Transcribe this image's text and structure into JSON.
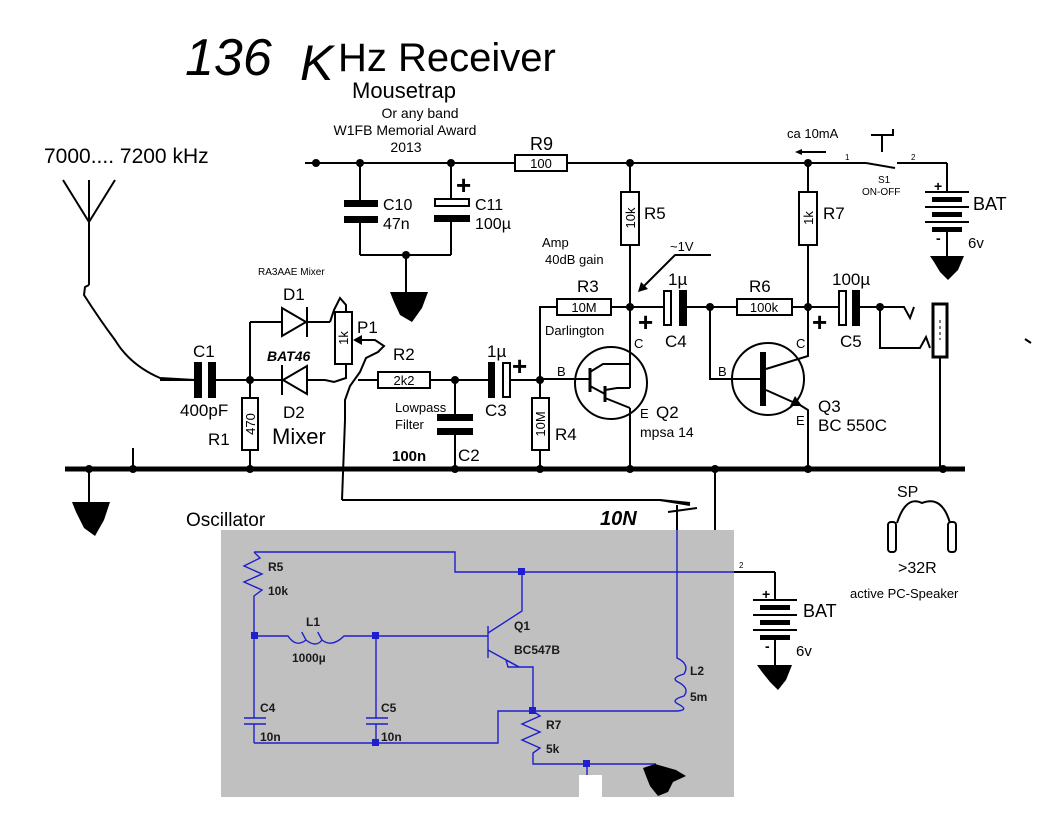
{
  "title": {
    "handwritten_freq": "136",
    "handwritten_k": "K",
    "main": "Hz Receiver",
    "subtitle": "Mousetrap",
    "line1": "Or any band",
    "line2": "W1FB Memorial Award",
    "line3": "2013"
  },
  "antenna": {
    "label": "7000.... 7200 kHz"
  },
  "mixer": {
    "title": "RA3AAE Mixer",
    "label": "Mixer",
    "d1": "D1",
    "d2": "D2",
    "diode_type": "BAT46"
  },
  "components": {
    "c1": {
      "name": "C1",
      "value": "400pF"
    },
    "r1": {
      "name": "R1",
      "value": "470"
    },
    "p1": {
      "name": "P1",
      "value": "1k"
    },
    "r2": {
      "name": "R2",
      "value": "2k2"
    },
    "lowpass": {
      "line1": "Lowpass",
      "line2": "Filter"
    },
    "c2": {
      "name": "C2",
      "value": "100n"
    },
    "c3": {
      "name": "C3",
      "value": "1µ"
    },
    "r3": {
      "name": "R3",
      "value": "10M"
    },
    "r4": {
      "name": "R4",
      "value": "10M"
    },
    "r5": {
      "name": "R5",
      "value": "10k"
    },
    "r6": {
      "name": "R6",
      "value": "100k"
    },
    "r7": {
      "name": "R7",
      "value": "1k"
    },
    "r9": {
      "name": "R9",
      "value": "100"
    },
    "c4": {
      "name": "C4",
      "value": "1µ"
    },
    "c5": {
      "name": "C5",
      "value": "100µ"
    },
    "c10": {
      "name": "C10",
      "value": "47n"
    },
    "c11": {
      "name": "C11",
      "value": "100µ"
    },
    "q2": {
      "name": "Q2",
      "type": "mpsa 14",
      "b": "B",
      "c": "C",
      "e": "E",
      "note": "Darlington"
    },
    "q3": {
      "name": "Q3",
      "type": "BC 550C",
      "b": "B",
      "c": "C",
      "e": "E"
    },
    "amp": {
      "line1": "Amp",
      "line2": "40dB gain",
      "voltage": "~1V"
    },
    "s1": {
      "name": "S1",
      "label": "ON-OFF",
      "pin1": "1",
      "pin2": "2",
      "current": "ca 10mA"
    },
    "bat1": {
      "name": "BAT",
      "value": "6v",
      "plus": "+",
      "minus": "-"
    },
    "bat2": {
      "name": "BAT",
      "value": "6v",
      "plus": "+",
      "minus": "-",
      "pin": "2"
    },
    "sp": {
      "name": "SP",
      "value": ">32R",
      "note": "active PC-Speaker"
    },
    "plus_sign": "+"
  },
  "oscillator": {
    "title": "Oscillator",
    "handwritten_cap": "10N",
    "r5": {
      "name": "R5",
      "value": "10k"
    },
    "l1": {
      "name": "L1",
      "value": "1000µ"
    },
    "c4": {
      "name": "C4",
      "value": "10n"
    },
    "c5": {
      "name": "C5",
      "value": "10n"
    },
    "q1": {
      "name": "Q1",
      "type": "BC547B"
    },
    "l2": {
      "name": "L2",
      "value": "5m"
    },
    "r7": {
      "name": "R7",
      "value": "5k"
    }
  },
  "colors": {
    "wire": "#000000",
    "osc_wire": "#1f1fcc",
    "osc_background": "#c0c0c0"
  }
}
